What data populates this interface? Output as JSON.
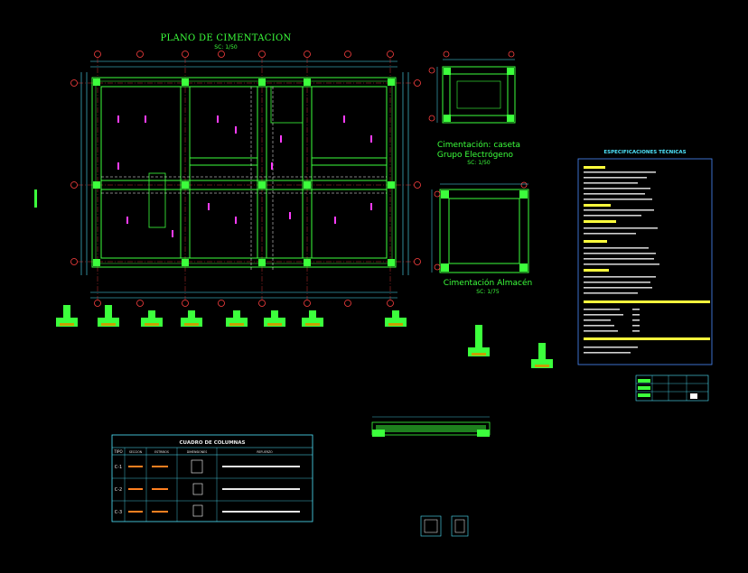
{
  "main_plan": {
    "title": "PLANO DE CIMENTACION",
    "scale": "SC: 1/50"
  },
  "caseta": {
    "title_line1": "Cimentación: caseta",
    "title_line2": "Grupo Electrógeno",
    "scale": "SC: 1/50"
  },
  "almacen": {
    "title": "Cimentación Almacén",
    "scale": "SC: 1/75"
  },
  "specs": {
    "title": "ESPECIFICACIONES TÉCNICAS"
  },
  "columns_table": {
    "title": "CUADRO DE COLUMNAS",
    "headers": [
      "TIPO",
      "SECCION",
      "ESTRIBOS",
      "DIMENSIONES",
      "REFUERZO"
    ],
    "rows": [
      {
        "tipo": "C-1"
      },
      {
        "tipo": "C-2"
      },
      {
        "tipo": "C-3"
      }
    ]
  },
  "colors": {
    "background": "#000000",
    "beams": "#3cff3c",
    "axes": "#ff4040",
    "dimensions": "#4fe6ff",
    "annotations": "#ff3cff",
    "text": "#ffffff"
  }
}
